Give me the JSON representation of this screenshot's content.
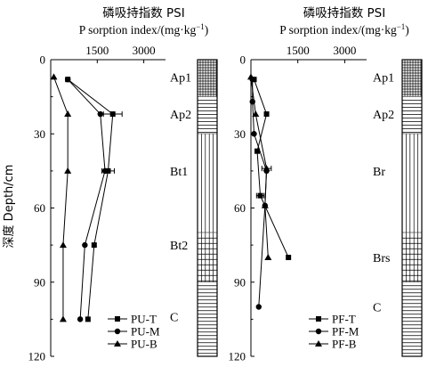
{
  "chart_data": [
    {
      "type": "line",
      "title_cn": "磷吸持指数 PSI",
      "title_en": "P sorption index/(mg·kg",
      "title_sup": "−1",
      "title_close": ")",
      "ylabel": "深度 Depth/cm",
      "xlim": [
        0,
        3700
      ],
      "ylim": [
        0,
        120
      ],
      "x_ticks": [
        1500,
        3000
      ],
      "y_ticks": [
        0,
        30,
        60,
        90,
        120
      ],
      "series": [
        {
          "name": "PU-T",
          "marker": "square",
          "points": [
            {
              "depth": 8,
              "psi": 550
            },
            {
              "depth": 22,
              "psi": 2000
            },
            {
              "depth": 45,
              "psi": 1850
            },
            {
              "depth": 75,
              "psi": 1400
            },
            {
              "depth": 105,
              "psi": 1200
            }
          ]
        },
        {
          "name": "PU-M",
          "marker": "circle",
          "points": [
            {
              "depth": 8,
              "psi": 550
            },
            {
              "depth": 22,
              "psi": 1600
            },
            {
              "depth": 45,
              "psi": 1750
            },
            {
              "depth": 75,
              "psi": 1100
            },
            {
              "depth": 105,
              "psi": 950
            }
          ]
        },
        {
          "name": "PU-B",
          "marker": "triangle",
          "points": [
            {
              "depth": 7,
              "psi": 100
            },
            {
              "depth": 22,
              "psi": 550
            },
            {
              "depth": 45,
              "psi": 550
            },
            {
              "depth": 75,
              "psi": 400
            },
            {
              "depth": 105,
              "psi": 400
            }
          ]
        }
      ],
      "error_bars": [
        {
          "psi": 2000,
          "depth": 22,
          "err": 300
        },
        {
          "psi": 1850,
          "depth": 45,
          "err": 200
        }
      ],
      "horizons": [
        {
          "label": "Ap1",
          "depth": 7
        },
        {
          "label": "Ap2",
          "depth": 22
        },
        {
          "label": "Bt1",
          "depth": 45
        },
        {
          "label": "Bt2",
          "depth": 75
        },
        {
          "label": "C",
          "depth": 104
        }
      ],
      "layers": [
        {
          "from": 0,
          "to": 15,
          "pattern": "grid"
        },
        {
          "from": 15,
          "to": 30,
          "pattern": "hlines"
        },
        {
          "from": 30,
          "to": 70,
          "pattern": "vlines"
        },
        {
          "from": 70,
          "to": 90,
          "pattern": "hvlines"
        },
        {
          "from": 90,
          "to": 120,
          "pattern": "hlines"
        }
      ]
    },
    {
      "type": "line",
      "title_cn": "磷吸持指数 PSI",
      "title_en": "P sorption index/(mg·kg",
      "title_sup": "−1",
      "title_close": ")",
      "ylabel": "",
      "xlim": [
        0,
        3700
      ],
      "ylim": [
        0,
        120
      ],
      "x_ticks": [
        1500,
        3000
      ],
      "y_ticks": [
        0,
        30,
        60,
        90,
        120
      ],
      "series": [
        {
          "name": "PF-T",
          "marker": "square",
          "points": [
            {
              "depth": 8,
              "psi": 100
            },
            {
              "depth": 22,
              "psi": 500
            },
            {
              "depth": 37,
              "psi": 200
            },
            {
              "depth": 55,
              "psi": 300
            },
            {
              "depth": 80,
              "psi": 1200
            }
          ]
        },
        {
          "name": "PF-M",
          "marker": "circle",
          "points": [
            {
              "depth": 8,
              "psi": 50
            },
            {
              "depth": 17,
              "psi": 50
            },
            {
              "depth": 30,
              "psi": 100
            },
            {
              "depth": 45,
              "psi": 500
            },
            {
              "depth": 59,
              "psi": 450
            },
            {
              "depth": 100,
              "psi": 250
            }
          ]
        },
        {
          "name": "PF-B",
          "marker": "triangle",
          "points": [
            {
              "depth": 7,
              "psi": 0
            },
            {
              "depth": 22,
              "psi": 150
            },
            {
              "depth": 44,
              "psi": 500
            },
            {
              "depth": 59,
              "psi": 450
            },
            {
              "depth": 80,
              "psi": 550
            }
          ]
        }
      ],
      "error_bars": [
        {
          "psi": 500,
          "depth": 44,
          "err": 150
        },
        {
          "psi": 300,
          "depth": 55,
          "err": 120
        }
      ],
      "horizons": [
        {
          "label": "Ap1",
          "depth": 7
        },
        {
          "label": "Ap2",
          "depth": 22
        },
        {
          "label": "Br",
          "depth": 45
        },
        {
          "label": "Brs",
          "depth": 80
        },
        {
          "label": "C",
          "depth": 100
        }
      ],
      "layers": [
        {
          "from": 0,
          "to": 15,
          "pattern": "grid"
        },
        {
          "from": 15,
          "to": 30,
          "pattern": "hlines"
        },
        {
          "from": 30,
          "to": 70,
          "pattern": "vlines"
        },
        {
          "from": 70,
          "to": 90,
          "pattern": "hvlines"
        },
        {
          "from": 90,
          "to": 120,
          "pattern": "hlines"
        }
      ]
    }
  ]
}
